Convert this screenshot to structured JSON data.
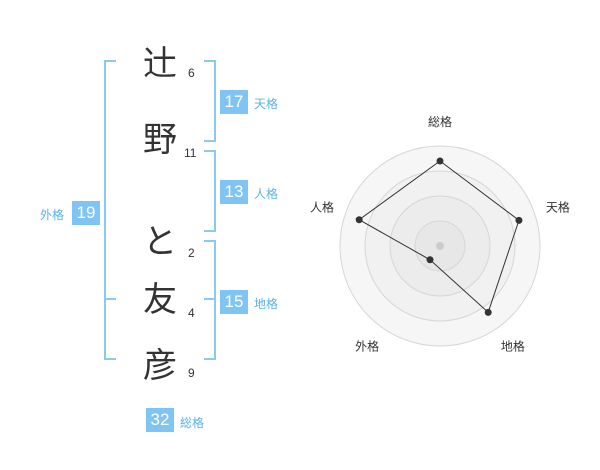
{
  "name": {
    "chars": [
      "辻",
      "野",
      "と",
      "友",
      "彦"
    ],
    "strokes": [
      "6",
      "11",
      "2",
      "4",
      "9"
    ]
  },
  "fortunes": {
    "tenkaku": {
      "value": "17",
      "label": "天格"
    },
    "jinkaku": {
      "value": "13",
      "label": "人格"
    },
    "chikaku": {
      "value": "15",
      "label": "地格"
    },
    "gaikaku": {
      "value": "19",
      "label": "外格"
    },
    "soukaku": {
      "value": "32",
      "label": "総格"
    }
  },
  "colors": {
    "accent": "#7fc4f3",
    "label": "#5ab2ea",
    "bracket": "#8ac9f2"
  },
  "chart_data": {
    "type": "radar",
    "axes": [
      "総格",
      "天格",
      "地格",
      "外格",
      "人格"
    ],
    "values": [
      0.85,
      0.83,
      0.82,
      0.17,
      0.85
    ],
    "rmax": 1.0,
    "rings": 4
  }
}
